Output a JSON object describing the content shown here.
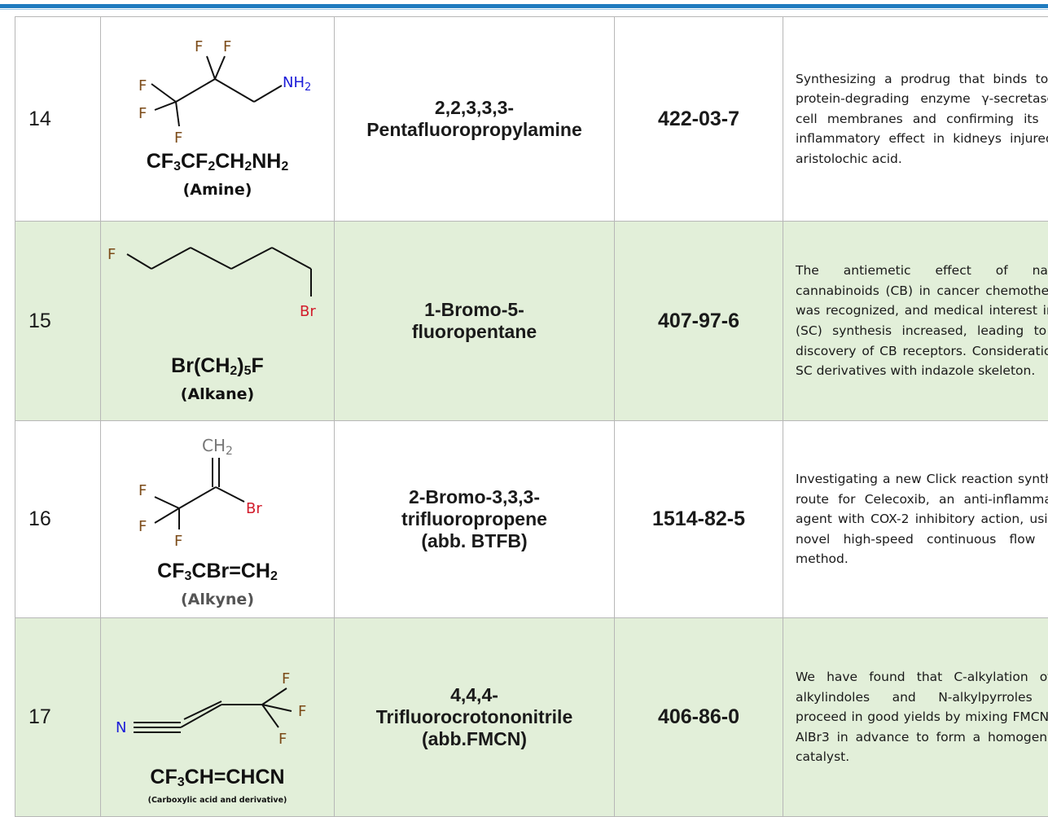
{
  "rows": [
    {
      "no": "14",
      "formula": [
        "CF",
        "3",
        "CF",
        "2",
        "CH",
        "2",
        "NH",
        "2"
      ],
      "class": "(Amine)",
      "name_lines": [
        "2,2,3,3,3-",
        "Pentafluoropropylamine"
      ],
      "cas": "422-03-7",
      "description": "Synthesizing a prodrug that binds to the protein-degrading enzyme γ-secretase in cell membranes and confirming its anti-inflammatory effect in kidneys injured by aristolochic acid.",
      "atoms": {
        "f1": "F",
        "f2": "F",
        "f3": "F",
        "f4": "F",
        "f5": "F",
        "nh": "NH",
        "nh_sub": "2"
      }
    },
    {
      "no": "15",
      "formula": [
        "Br(CH",
        "2",
        ")",
        "5",
        "F"
      ],
      "class": "(Alkane)",
      "name_lines": [
        "1-Bromo-5-",
        "fluoropentane"
      ],
      "cas": "407-97-6",
      "description": "The antiemetic effect of natural cannabinoids (CB) in cancer chemotherapy was recognized, and medical interest in CB (SC) synthesis increased, leading to the discovery of CB receptors. Consideration of SC derivatives with indazole skeleton.",
      "atoms": {
        "f1": "F",
        "br": "Br"
      }
    },
    {
      "no": "16",
      "formula": [
        "CF",
        "3",
        "CBr=CH",
        "2"
      ],
      "class": "(Alkyne)",
      "name_lines": [
        "2-Bromo-3,3,3-",
        "trifluoropropene",
        "(abb. BTFB)"
      ],
      "cas": "1514-82-5",
      "description": "Investigating a new Click reaction synthesis route for Celecoxib, an anti-inflammatory agent with COX-2 inhibitory action, using a novel high-speed continuous flow tube method.",
      "atoms": {
        "ch": "CH",
        "ch_sub": "2",
        "f1": "F",
        "f2": "F",
        "f3": "F",
        "br": "Br"
      }
    },
    {
      "no": "17",
      "formula": [
        "CF",
        "3",
        "CH=CHCN"
      ],
      "class": "(Carboxylic acid and derivative)",
      "name_lines": [
        "4,4,4-",
        "Trifluorocrotononitrile",
        "(abb.FMCN)"
      ],
      "cas": "406-86-0",
      "description": "We have found that C-alkylation of N-alkylindoles and N-alkylpyrroles can proceed in good yields by mixing FMCN and AlBr3 in advance to form a homogeneous catalyst.",
      "atoms": {
        "n": "N",
        "f1": "F",
        "f2": "F",
        "f3": "F"
      }
    }
  ]
}
